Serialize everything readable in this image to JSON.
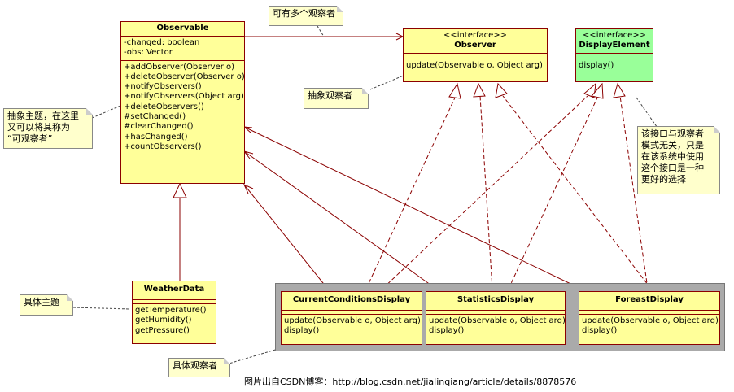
{
  "observable": {
    "name": "Observable",
    "attributes": [
      "-changed: boolean",
      "-obs: Vector"
    ],
    "methods": [
      "+addObserver(Observer o)",
      "+deleteObserver(Observer o)",
      "+notifyObservers()",
      "+notifyObservers(Object arg)",
      "+deleteObservers()",
      "#setChanged()",
      "#clearChanged()",
      "+hasChanged()",
      "+countObservers()"
    ]
  },
  "observer": {
    "stereotype": "<<interface>>",
    "name": "Observer",
    "methods": [
      "update(Observable o, Object arg)"
    ]
  },
  "display_element": {
    "stereotype": "<<interface>>",
    "name": "DisplayElement",
    "methods": [
      "display()"
    ]
  },
  "weather_data": {
    "name": "WeatherData",
    "methods": [
      "getTemperature()",
      "getHumidity()",
      "getPressure()"
    ]
  },
  "current_conditions": {
    "name": "CurrentConditionsDisplay",
    "methods": [
      "update(Observable o, Object arg)",
      "display()"
    ]
  },
  "statistics": {
    "name": "StatisticsDisplay",
    "methods": [
      "update(Observable o, Object arg)",
      "display()"
    ]
  },
  "forecast": {
    "name": "ForeastDisplay",
    "methods": [
      "update(Observable o, Object arg)",
      "display()"
    ]
  },
  "notes": {
    "multiple_observers": "可有多个观察者",
    "abstract_observer": "抽象观察者",
    "abstract_subject": [
      "抽象主题，在这里",
      "又可以将其称为",
      "“可观察者”"
    ],
    "concrete_subject": "具体主题",
    "concrete_observer": "具体观察者",
    "display_interface": [
      "该接口与观察者",
      "模式无关，只是",
      "在该系统中使用",
      "这个接口是一种",
      "更好的选择"
    ]
  },
  "caption": "图片出自CSDN博客：http://blog.csdn.net/jialinqiang/article/details/8878576",
  "colors": {
    "class_fill": "#ffff99",
    "interface_green": "#99ff99",
    "border": "#8b0000",
    "note_fill": "#ffffcc"
  }
}
